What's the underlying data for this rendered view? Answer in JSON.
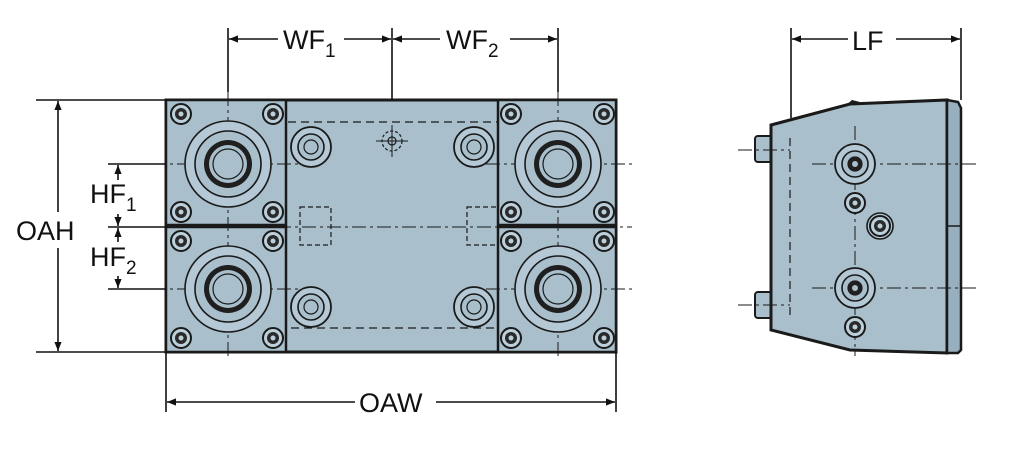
{
  "labels": {
    "wf1": {
      "main": "WF",
      "sub": "1"
    },
    "wf2": {
      "main": "WF",
      "sub": "2"
    },
    "lf": {
      "main": "LF"
    },
    "oah": {
      "main": "OAH"
    },
    "hf1": {
      "main": "HF",
      "sub": "1"
    },
    "hf2": {
      "main": "HF",
      "sub": "2"
    },
    "oaw": {
      "main": "OAW"
    }
  },
  "colors": {
    "body": "#a9bfcc",
    "body_dark": "#97afbe",
    "outline": "#1a1a1a",
    "dimension": "#111111"
  }
}
